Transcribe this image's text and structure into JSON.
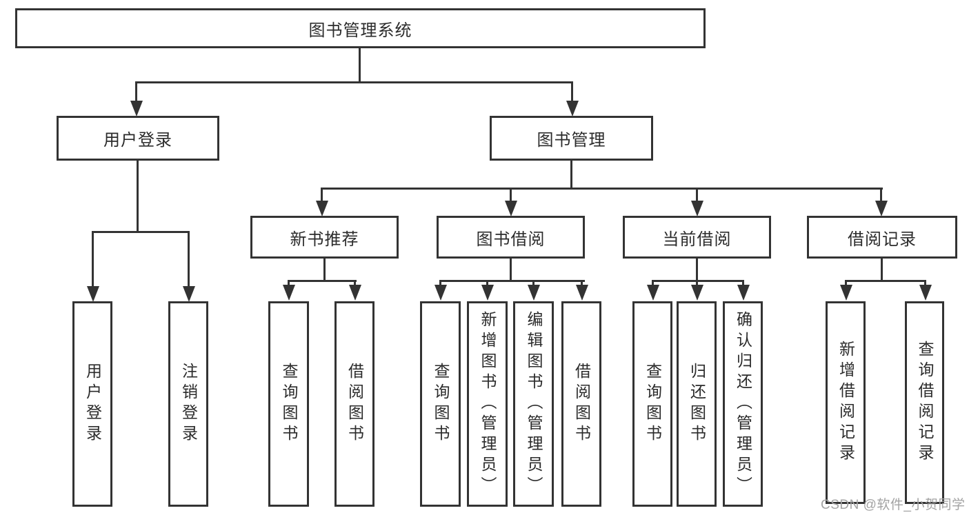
{
  "diagram_title": "图书管理系统",
  "tree": {
    "root": {
      "label": "图书管理系统"
    },
    "branches": [
      {
        "label": "用户登录",
        "children": [
          {
            "label": "用户登录"
          },
          {
            "label": "注销登录"
          }
        ]
      },
      {
        "label": "图书管理",
        "children": [
          {
            "label": "新书推荐",
            "children": [
              {
                "label": "查询图书"
              },
              {
                "label": "借阅图书"
              }
            ]
          },
          {
            "label": "图书借阅",
            "children": [
              {
                "label": "查询图书"
              },
              {
                "label": "新增图书（管理员）"
              },
              {
                "label": "编辑图书（管理员）"
              },
              {
                "label": "借阅图书"
              }
            ]
          },
          {
            "label": "当前借阅",
            "children": [
              {
                "label": "查询图书"
              },
              {
                "label": "归还图书"
              },
              {
                "label": "确认归还（管理员）"
              }
            ]
          },
          {
            "label": "借阅记录",
            "children": [
              {
                "label": "新增借阅记录"
              },
              {
                "label": "查询借阅记录"
              }
            ]
          }
        ]
      }
    ]
  },
  "watermark": {
    "text": "CSDN @软件_小贺同学"
  },
  "colors": {
    "line": "#333333",
    "text": "#2b2b2b",
    "watermark": "#a3a3a3",
    "background": "#ffffff"
  }
}
